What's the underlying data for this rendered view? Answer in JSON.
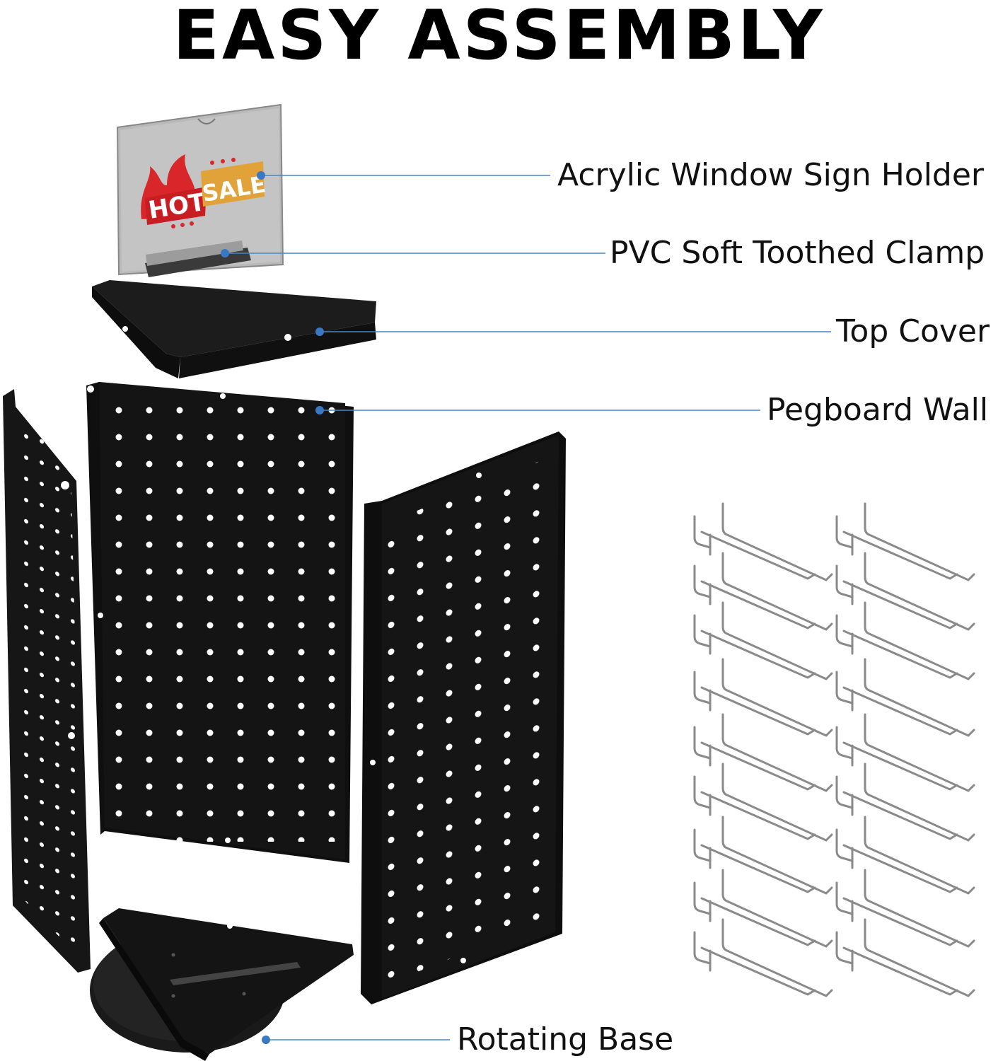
{
  "title": "EASY ASSEMBLY",
  "sign": {
    "text_hot": "HOT",
    "text_sale": "SALE"
  },
  "callouts": {
    "acrylic": "Acrylic Window Sign Holder",
    "clamp": "PVC Soft Toothed Clamp",
    "top_cover": "Top Cover",
    "pegboard": "Pegboard Wall",
    "base": "Rotating Base"
  },
  "colors": {
    "leader_line": "#4a86c5",
    "leader_dot": "#3a78c2",
    "panel": "#141414",
    "hook": "#8a8a8a",
    "sign_red": "#d8262a",
    "sign_gold": "#e2a23a"
  }
}
